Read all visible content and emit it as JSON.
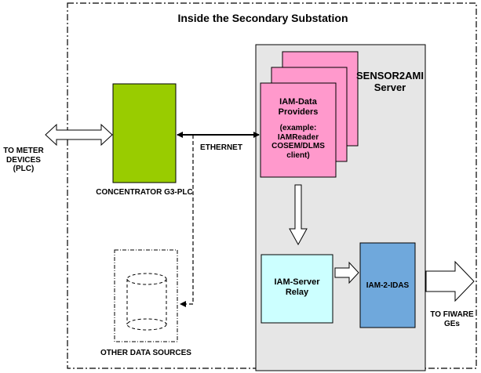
{
  "title": "Inside the Secondary Substation",
  "meter_devices": {
    "line1": "TO METER",
    "line2": "DEVICES",
    "line3": "(PLC)"
  },
  "concentrator": {
    "label": "CONCENTRATOR G3-PLC",
    "color": "#99cc00"
  },
  "ethernet": {
    "label": "ETHERNET"
  },
  "other_sources": {
    "label": "OTHER DATA SOURCES"
  },
  "server": {
    "line1": "SENSOR2AMI",
    "line2": "Server",
    "color": "#e6e6e6"
  },
  "data_providers": {
    "line1": "IAM-Data Providers",
    "line2": "(example: IAMReader",
    "line3": "COSEM/DLMS client)",
    "color": "#ff99cc"
  },
  "relay": {
    "line1": "IAM-Server",
    "line2": "Relay",
    "color": "#ccffff"
  },
  "idas": {
    "label": "IAM-2-IDAS",
    "color": "#6fa8dc"
  },
  "fiware": {
    "line1": "TO FIWARE",
    "line2": "GEs"
  }
}
